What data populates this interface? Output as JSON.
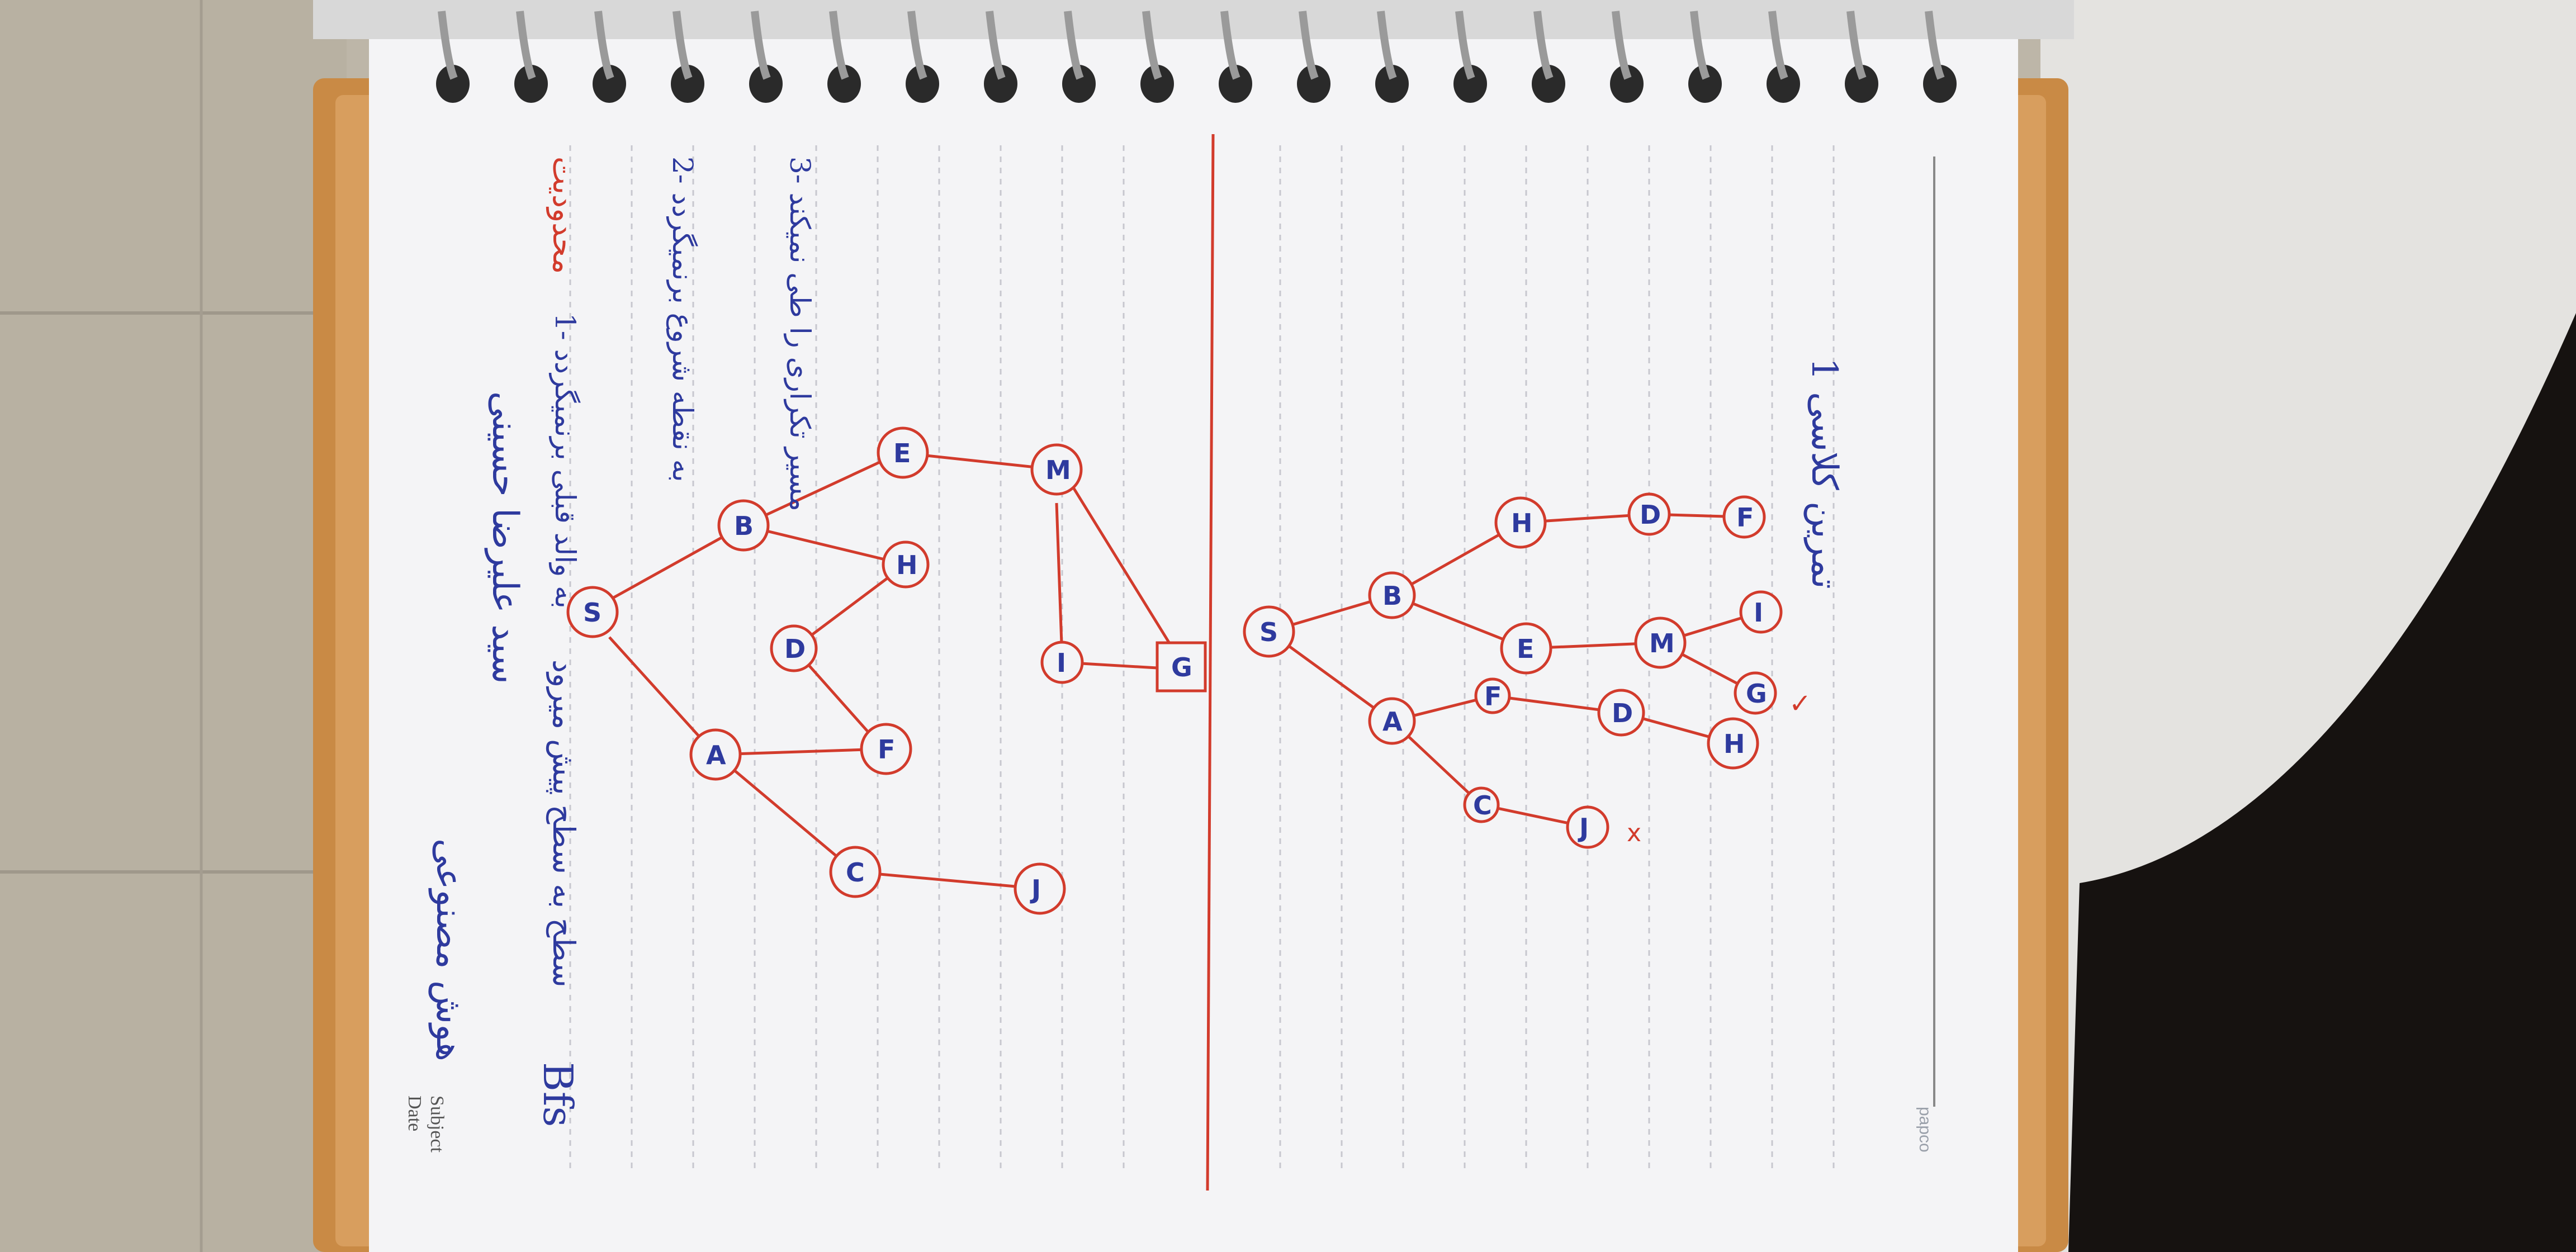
{
  "notebook": {
    "header_labels": {
      "subject": "Subject",
      "date": "Date"
    },
    "subject_value": "هوش مصنوعی",
    "title": "تمرین کلاسی 1",
    "author": "سید علیرضا حسینی",
    "bfs_label": "Bfs",
    "bfs_rule": "سطح به سطح پیش میرود",
    "limitation_label": "محدودیت",
    "rule_1": "1- به والد قبلی برنمیگردد",
    "rule_2": "2- به نقطه شروع برنمیگردد",
    "rule_3": "3- مسیر تکراری را طی نمیکند",
    "brand": "papco"
  },
  "graph_top": {
    "nodes": [
      "S",
      "B",
      "E",
      "M",
      "H",
      "D",
      "A",
      "F",
      "C",
      "J",
      "I",
      "G"
    ]
  },
  "graph_bottom": {
    "nodes": [
      "S",
      "B",
      "A",
      "H",
      "E",
      "F",
      "C",
      "D",
      "M",
      "D",
      "H",
      "J",
      "G",
      "I",
      "F"
    ],
    "marks": {
      "cross": "x",
      "check": "✓"
    }
  },
  "colors": {
    "ink_blue": "#2e3a9e",
    "ink_red": "#d23b2c",
    "paper": "#f4f4f6",
    "binder": "#c98a45"
  }
}
